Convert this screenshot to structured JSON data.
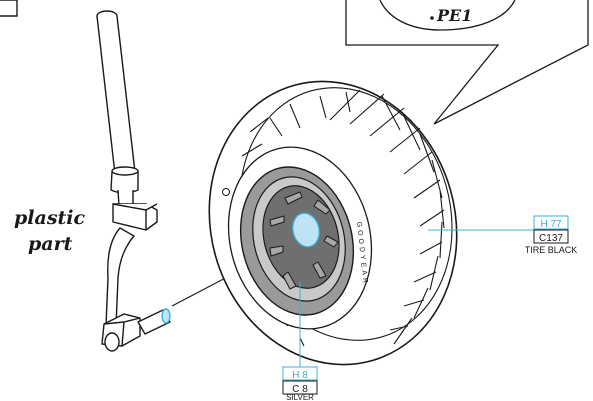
{
  "callout": {
    "part_code": "PE1"
  },
  "part_note": {
    "line1": "plastic",
    "line2": "part"
  },
  "tire_sidewall_text": "GOODYEAR",
  "paint_tire": {
    "h_code": "H 77",
    "c_code": "C137",
    "name": "TIRE BLACK"
  },
  "paint_hub": {
    "h_code": "H 8",
    "c_code": "C 8",
    "name": "SILVER"
  },
  "colors": {
    "line": "#1a1a1a",
    "accent_blue": "#3ab0dc",
    "bluish_fill": "#bfe3f5",
    "hub_gray": "#9a9a9a"
  }
}
